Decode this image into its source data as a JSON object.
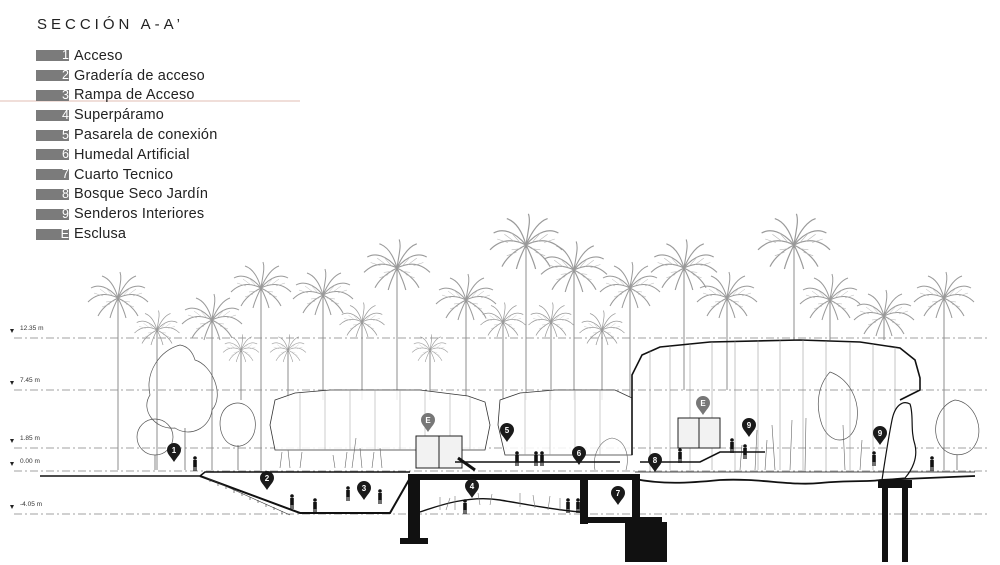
{
  "title": "SECCIÓN A-A’",
  "legend": [
    {
      "num": "1",
      "label": "Acceso"
    },
    {
      "num": "2",
      "label": "Gradería de acceso"
    },
    {
      "num": "3",
      "label": "Rampa de Acceso"
    },
    {
      "num": "4",
      "label": "Superpáramo"
    },
    {
      "num": "5",
      "label": "Pasarela de conexión"
    },
    {
      "num": "6",
      "label": "Humedal Artificial"
    },
    {
      "num": "7",
      "label": "Cuarto Tecnico"
    },
    {
      "num": "8",
      "label": "Bosque Seco Jardín"
    },
    {
      "num": "9",
      "label": "Senderos Interiores"
    },
    {
      "num": "E",
      "label": "Esclusa"
    }
  ],
  "levels": {
    "l1": "12.35  m",
    "l2": "7.45  m",
    "l3": "1.85  m",
    "l4": "0.00  m",
    "l5": "-4.05 m"
  },
  "markers": {
    "m1": "1",
    "m2": "2",
    "m3": "3",
    "m4": "4",
    "m5": "5",
    "m6": "6",
    "m7": "7",
    "m8": "8",
    "m9a": "9",
    "m9b": "9",
    "me1": "E",
    "me2": "E"
  },
  "colors": {
    "legend_swatch": "#7b7b7b",
    "line": "#111111",
    "palm": "#9a9a9a",
    "marker": "#1a1a1a"
  }
}
